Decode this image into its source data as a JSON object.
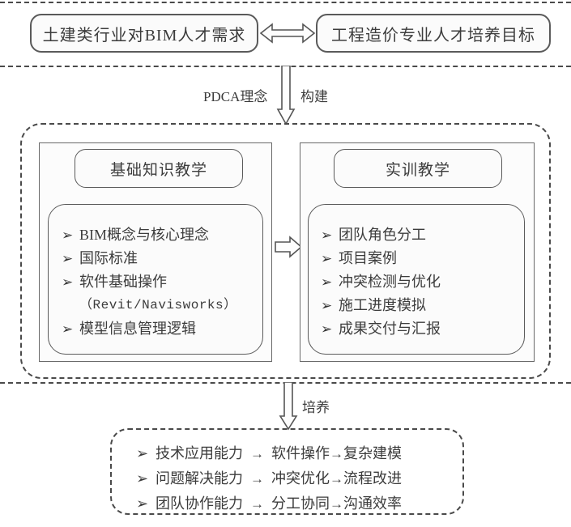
{
  "diagram": {
    "top": {
      "left_box": "土建类行业对BIM人才需求",
      "right_box": "工程造价专业人才培养目标",
      "connector": "double-headed-arrow"
    },
    "connector_labels": {
      "pdca": "PDCA理念",
      "build": "构建",
      "cultivate": "培养"
    },
    "middle": {
      "left_panel": {
        "header": "基础知识教学",
        "items": [
          {
            "text": "BIM概念与核心理念",
            "continuation": null
          },
          {
            "text": "国际标准",
            "continuation": null
          },
          {
            "text": "软件基础操作",
            "continuation": "（Revit/Navisworks）"
          },
          {
            "text": "模型信息管理逻辑",
            "continuation": null
          }
        ]
      },
      "right_panel": {
        "header": "实训教学",
        "items": [
          {
            "text": "团队角色分工"
          },
          {
            "text": "项目案例"
          },
          {
            "text": "冲突检测与优化"
          },
          {
            "text": "施工进度模拟"
          },
          {
            "text": "成果交付与汇报"
          }
        ]
      }
    },
    "bottom": {
      "rows": [
        {
          "capability": "技术应用能力",
          "step1": "软件操作",
          "step2": "复杂建模"
        },
        {
          "capability": "问题解决能力",
          "step1": "冲突优化",
          "step2": "流程改进"
        },
        {
          "capability": "团队协作能力",
          "step1": "分工协同",
          "step2": "沟通效率"
        }
      ],
      "arrow_glyph": "→"
    },
    "bullet_glyph": "➢",
    "colors": {
      "line": "#5a5a5a",
      "dashed": "#4a4a4a",
      "text": "#3c3c3c",
      "background": "#ffffff"
    }
  }
}
